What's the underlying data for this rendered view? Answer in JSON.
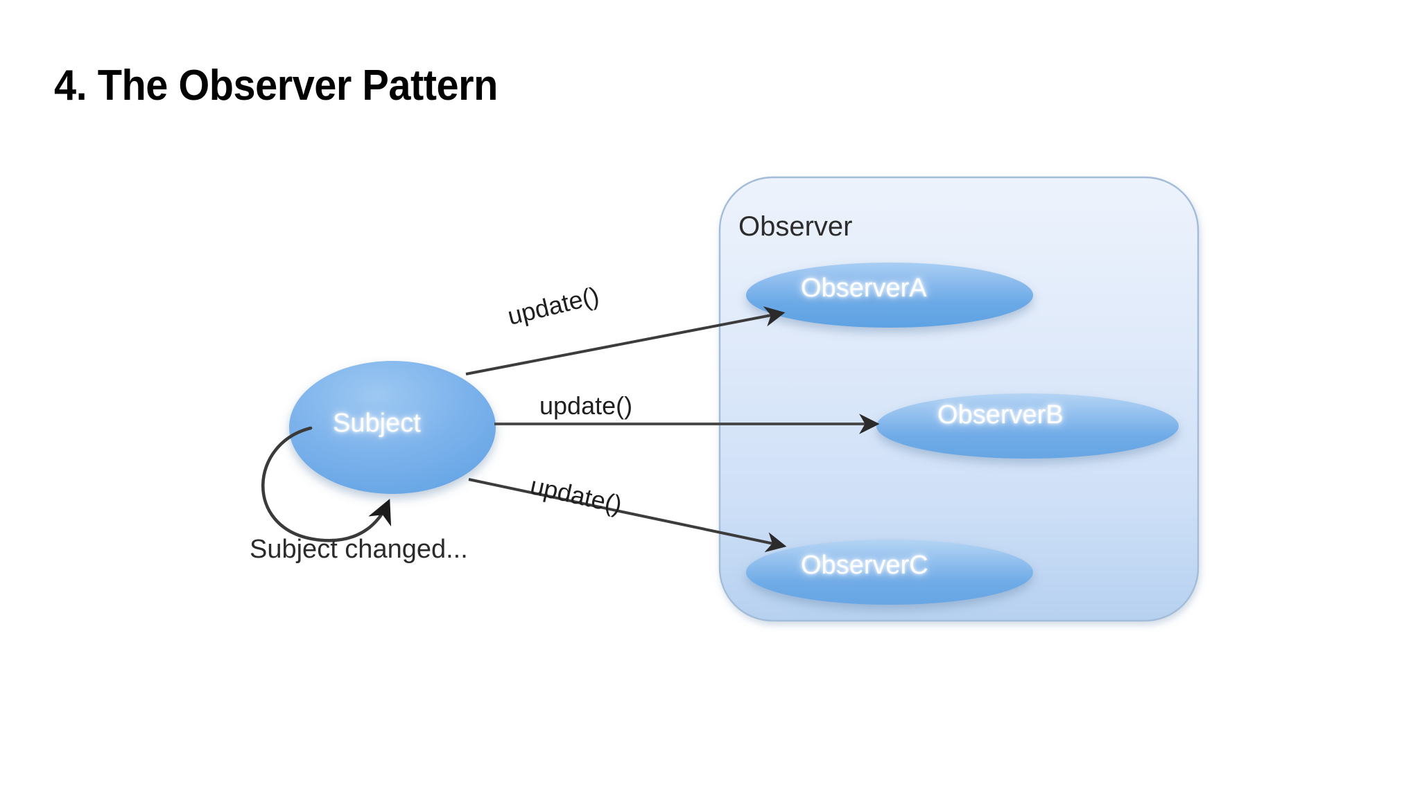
{
  "slide": {
    "title": "4. The Observer Pattern",
    "background_color": "#ffffff",
    "title_color": "#000000"
  },
  "diagram": {
    "type": "uml-observer-pattern",
    "group": {
      "name": "observer-group",
      "label": "Observer",
      "fill_top_color": "#eaf1fb",
      "fill_bottom_color": "#b8d3f2",
      "border_color": "#9db8d6"
    },
    "nodes": [
      {
        "id": "subject",
        "label": "Subject",
        "shape": "ellipse",
        "fill_color": "#7eb3ec",
        "text_color": "#ffffff"
      },
      {
        "id": "observer-a",
        "label": "ObserverA",
        "shape": "ellipse",
        "fill_color": "#79b0e8",
        "text_color": "#ffffff"
      },
      {
        "id": "observer-b",
        "label": "ObserverB",
        "shape": "ellipse",
        "fill_color": "#79b0e8",
        "text_color": "#ffffff"
      },
      {
        "id": "observer-c",
        "label": "ObserverC",
        "shape": "ellipse",
        "fill_color": "#79b0e8",
        "text_color": "#ffffff"
      }
    ],
    "edges": [
      {
        "id": "edge-a",
        "from": "subject",
        "to": "observer-a",
        "label": "update()"
      },
      {
        "id": "edge-b",
        "from": "subject",
        "to": "observer-b",
        "label": "update()"
      },
      {
        "id": "edge-c",
        "from": "subject",
        "to": "observer-c",
        "label": "update()"
      },
      {
        "id": "edge-self",
        "from": "subject",
        "to": "subject",
        "label": "Subject changed..."
      }
    ],
    "edge_color": "#3a3a3a",
    "self_loop_label": "Subject changed..."
  }
}
